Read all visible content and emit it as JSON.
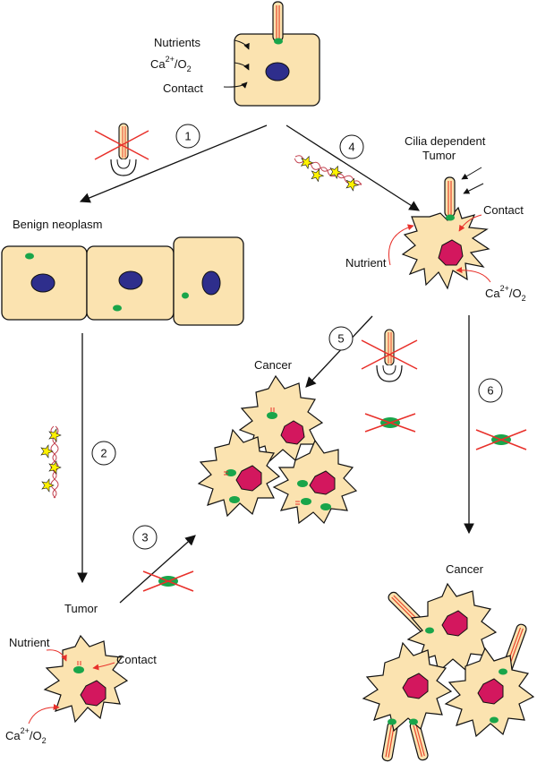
{
  "colors": {
    "cytoplasm": "#fbe3b0",
    "nucleus_normal": "#2e2e8c",
    "nucleus_cancer": "#d3175e",
    "basal_body": "#19a54a",
    "cilium": "#fbe3b0",
    "cilium_stripe": "#e8452c",
    "inhibit_x": "#e8302a",
    "star": "#fff200"
  },
  "icons": {
    "cilium": "cilium-icon",
    "signal_molecule": "helix-with-stars-icon",
    "inhibition": "red-x-icon",
    "basal_body": "green-oval-icon"
  },
  "labels": {
    "normal_cell": {
      "nutrients": "Nutrients",
      "ca": "Ca",
      "ca_sup": "2+",
      "slash": "/O",
      "o_sub": "2",
      "contact": "Contact"
    },
    "benign": "Benign neoplasm",
    "cilia_tumor_line1": "Cilia dependent",
    "cilia_tumor_line2": "Tumor",
    "cilia_tumor_contact": "Contact",
    "cilia_tumor_nutrient": "Nutrient",
    "cilia_tumor_ca": "Ca",
    "cilia_tumor_ca_sup": "2+",
    "cilia_tumor_slash": "/O",
    "cilia_tumor_o_sub": "2",
    "cancer_middle": "Cancer",
    "cancer_right": "Cancer",
    "tumor_bottom": "Tumor",
    "tumor_nutrient": "Nutrient",
    "tumor_contact": "Contact",
    "tumor_ca": "Ca",
    "tumor_ca_sup": "2+",
    "tumor_slash": "/O",
    "tumor_o_sub": "2"
  },
  "steps": [
    "1",
    "2",
    "3",
    "4",
    "5",
    "6"
  ]
}
